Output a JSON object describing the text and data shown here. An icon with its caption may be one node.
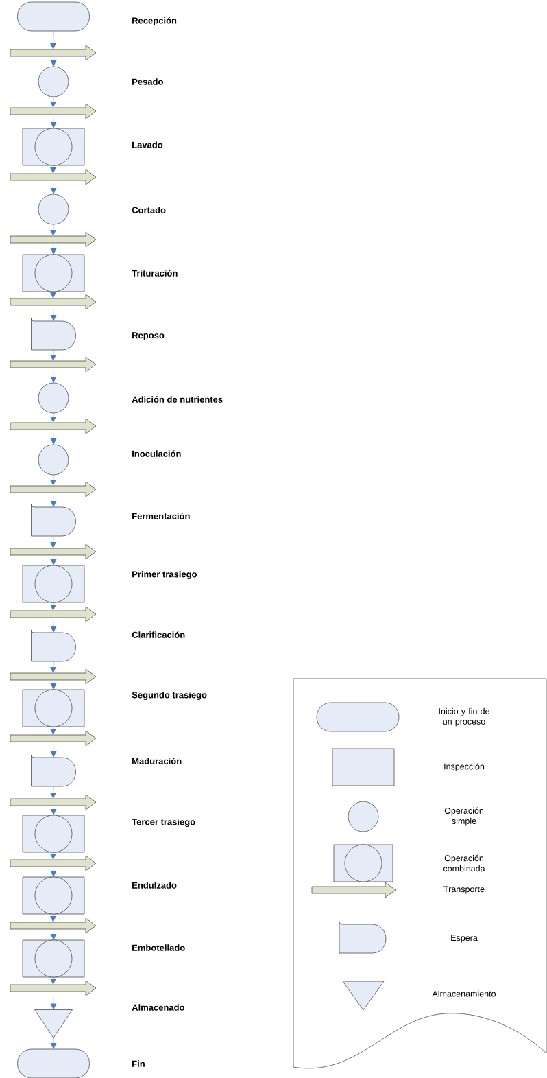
{
  "diagram": {
    "nodes": [
      {
        "text": [],
        "shape": "terminal"
      },
      {
        "text": [],
        "shape": "arrow"
      },
      {
        "text": [],
        "shape": "circle"
      },
      {
        "text": [],
        "shape": "arrow"
      },
      {
        "text": [],
        "shape": "combined"
      },
      {
        "text": [],
        "shape": "arrow"
      },
      {
        "text": [],
        "shape": "circle"
      },
      {
        "text": [],
        "shape": "arrow"
      },
      {
        "text": [],
        "shape": "combined"
      },
      {
        "text": [],
        "shape": "arrow"
      },
      {
        "text": [],
        "shape": "delay"
      },
      {
        "text": [],
        "shape": "arrow"
      },
      {
        "text": [],
        "shape": "circle"
      },
      {
        "text": [],
        "shape": "arrow"
      },
      {
        "text": [],
        "shape": "circle"
      },
      {
        "text": [],
        "shape": "arrow"
      },
      {
        "text": [],
        "shape": "delay"
      },
      {
        "text": [],
        "shape": "arrow"
      },
      {
        "text": [],
        "shape": "combined"
      },
      {
        "text": [],
        "shape": "arrow"
      },
      {
        "text": [],
        "shape": "delay"
      },
      {
        "text": [],
        "shape": "arrow"
      },
      {
        "text": [],
        "shape": "combined"
      },
      {
        "text": [],
        "shape": "arrow"
      },
      {
        "text": [],
        "shape": "delay"
      },
      {
        "text": [],
        "shape": "arrow"
      },
      {
        "text": [],
        "shape": "combined"
      },
      {
        "text": [],
        "shape": "arrow"
      },
      {
        "text": [],
        "shape": "combined"
      },
      {
        "text": [],
        "shape": "arrow"
      },
      {
        "text": [],
        "shape": "combined"
      },
      {
        "text": [],
        "shape": "arrow"
      },
      {
        "text": [],
        "shape": "triangle"
      },
      {
        "text": [],
        "shape": "terminal"
      }
    ],
    "edges": [
      {
        "from": 0,
        "to": 1,
        "arrow": "to"
      },
      {
        "from": 1,
        "to": 2,
        "arrow": "to"
      },
      {
        "from": 2,
        "to": 3,
        "arrow": "to"
      },
      {
        "from": 3,
        "to": 4,
        "arrow": "to"
      },
      {
        "from": 4,
        "to": 5,
        "arrow": "to"
      },
      {
        "from": 5,
        "to": 6,
        "arrow": "to"
      },
      {
        "from": 6,
        "to": 7,
        "arrow": "to"
      },
      {
        "from": 7,
        "to": 8,
        "arrow": "to"
      },
      {
        "from": 8,
        "to": 9,
        "arrow": "to"
      },
      {
        "from": 9,
        "to": 10,
        "arrow": "to"
      },
      {
        "from": 10,
        "to": 11,
        "arrow": "to"
      },
      {
        "from": 11,
        "to": 12,
        "arrow": "to"
      },
      {
        "from": 12,
        "to": 13,
        "arrow": "to"
      },
      {
        "from": 13,
        "to": 14,
        "arrow": "to"
      },
      {
        "from": 14,
        "to": 15,
        "arrow": "to"
      },
      {
        "from": 15,
        "to": 16,
        "arrow": "to"
      },
      {
        "from": 16,
        "to": 17,
        "arrow": "to"
      },
      {
        "from": 17,
        "to": 18,
        "arrow": "to"
      },
      {
        "from": 18,
        "to": 19,
        "arrow": "to"
      },
      {
        "from": 19,
        "to": 20,
        "arrow": "to"
      },
      {
        "from": 20,
        "to": 21,
        "arrow": "to"
      },
      {
        "from": 21,
        "to": 22,
        "arrow": "to"
      },
      {
        "from": 22,
        "to": 23,
        "arrow": "to"
      },
      {
        "from": 23,
        "to": 24,
        "arrow": "to"
      },
      {
        "from": 24,
        "to": 25,
        "arrow": "to"
      },
      {
        "from": 25,
        "to": 26,
        "arrow": "to"
      },
      {
        "from": 26,
        "to": 27,
        "arrow": "to"
      },
      {
        "from": 27,
        "to": 28,
        "arrow": "to"
      },
      {
        "from": 28,
        "to": 29,
        "arrow": "to"
      },
      {
        "from": 29,
        "to": 30,
        "arrow": "to"
      },
      {
        "from": 30,
        "to": 31,
        "arrow": "to"
      },
      {
        "from": 31,
        "to": 32,
        "arrow": "to"
      },
      {
        "from": 32,
        "to": 33,
        "arrow": "to"
      }
    ],
    "labels": [
      "Recepción",
      "Pesado",
      "Lavado",
      "Cortado",
      "Trituración",
      "Reposo",
      "Adición de nutrientes",
      "Inoculación",
      "Fermentación",
      "Primer trasiego",
      "Clarificación",
      "Segundo trasiego",
      "Maduración",
      "Tercer trasiego",
      "Endulzado",
      "Embotellado",
      "Almacenado",
      "Fin"
    ],
    "legend": [
      {
        "text": "Inicio y fin de un proceso"
      },
      {
        "text": "Inspección"
      },
      {
        "text": "Operación simple"
      },
      {
        "text": "Operación combinada"
      },
      {
        "text": "Transporte"
      },
      {
        "text": "Espera"
      },
      {
        "text": "Almacenamiento"
      }
    ]
  }
}
